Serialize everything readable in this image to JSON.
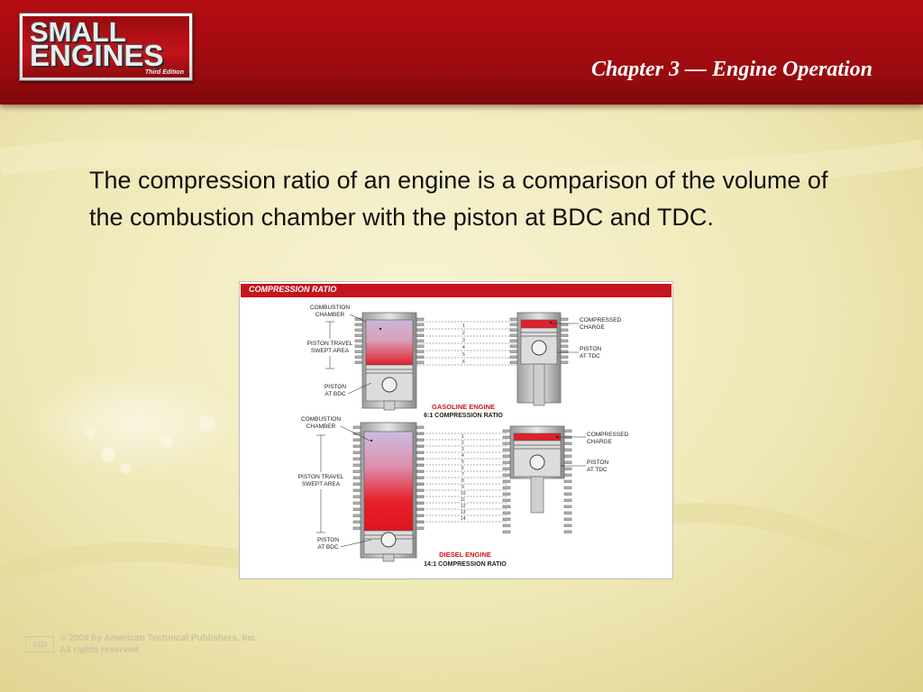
{
  "header": {
    "logo": {
      "line1": "SMALL",
      "line2": "ENGINES",
      "edition": "Third Edition"
    },
    "chapter_title": "Chapter 3 — Engine Operation"
  },
  "main": {
    "paragraph": "The compression ratio of an engine is a comparison of the volume of the combustion chamber with the piston at BDC and TDC."
  },
  "figure": {
    "title": "COMPRESSION RATIO",
    "gasoline": {
      "label_combustion_chamber": [
        "COMBUSTION",
        "CHAMBER"
      ],
      "label_piston_travel": [
        "PISTON TRAVEL",
        "SWEPT AREA"
      ],
      "label_piston_bdc": [
        "PISTON",
        "AT BDC"
      ],
      "label_compressed": [
        "COMPRESSED",
        "CHARGE"
      ],
      "label_piston_tdc": [
        "PISTON",
        "AT TDC"
      ],
      "engine_name": "GASOLINE ENGINE",
      "ratio": "6:1 COMPRESSION RATIO",
      "divisions": [
        "1",
        "2",
        "3",
        "4",
        "5",
        "6"
      ]
    },
    "diesel": {
      "label_combustion_chamber": [
        "COMBUSTION",
        "CHAMBER"
      ],
      "label_piston_travel": [
        "PISTON TRAVEL",
        "SWEPT AREA"
      ],
      "label_piston_bdc": [
        "PISTON",
        "AT BDC"
      ],
      "label_compressed": [
        "COMPRESSED",
        "CHARGE"
      ],
      "label_piston_tdc": [
        "PISTON",
        "AT TDC"
      ],
      "engine_name": "DIESEL ENGINE",
      "ratio": "14:1 COMPRESSION RATIO",
      "divisions": [
        "1",
        "2",
        "3",
        "4",
        "5",
        "6",
        "7",
        "8",
        "9",
        "10",
        "11",
        "12",
        "13",
        "14"
      ]
    },
    "colors": {
      "accent_red": "#d0141b",
      "chamber_purple": "#b9a4cf"
    }
  },
  "footer": {
    "publisher_logo": "atp",
    "copyright_line1": "© 2009 by American Technical Publishers, Inc.",
    "copyright_line2": "All rights reserved"
  }
}
